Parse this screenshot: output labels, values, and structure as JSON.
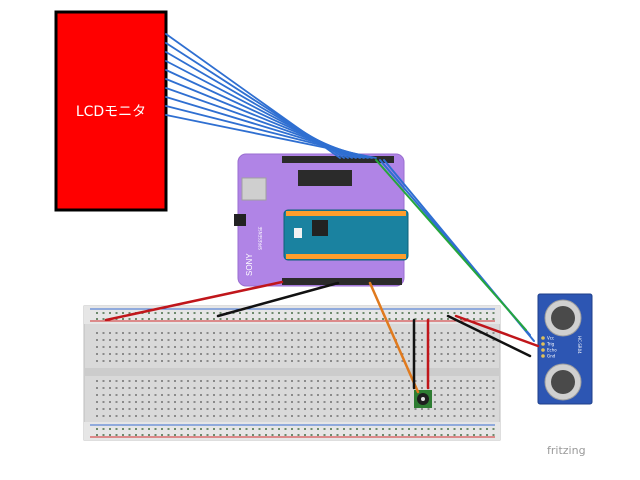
{
  "lcd": {
    "label": "LCDモニタ",
    "color": "#ff0000"
  },
  "main_board": {
    "brand": "SONY",
    "side_label": "SPRESENSE",
    "color": "#b084e6"
  },
  "sub_board": {
    "color": "#1a82a0"
  },
  "sensor": {
    "model": "HC-SR04",
    "pins": [
      "Vcc",
      "Trig",
      "Echo",
      "Gnd"
    ],
    "color": "#2d56b3"
  },
  "watermark": "fritzing",
  "colors": {
    "wire_blue": "#2f6fd1",
    "wire_green": "#25a63c",
    "wire_red": "#c0161b",
    "wire_black": "#111111",
    "wire_orange": "#e07a1e"
  }
}
